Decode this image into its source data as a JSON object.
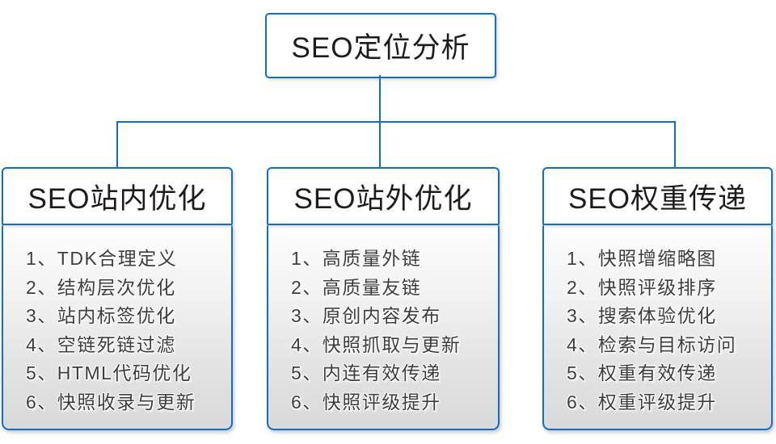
{
  "root": {
    "title": "SEO定位分析"
  },
  "branches": [
    {
      "title": "SEO站内优化",
      "items": [
        "1、TDK合理定义",
        "2、结构层次优化",
        "3、站内标签优化",
        "4、空链死链过滤",
        "5、HTML代码优化",
        "6、快照收录与更新"
      ]
    },
    {
      "title": "SEO站外优化",
      "items": [
        "1、高质量外链",
        "2、高质量友链",
        "3、原创内容发布",
        "4、快照抓取与更新",
        "5、内连有效传递",
        "6、快照评级提升"
      ]
    },
    {
      "title": "SEO权重传递",
      "items": [
        "1、快照增缩略图",
        "2、快照评级排序",
        "3、搜索体验优化",
        "4、检索与目标访问",
        "5、权重有效传递",
        "6、权重评级提升"
      ]
    }
  ],
  "colors": {
    "accent_blue": "#0f6fc5",
    "header_bg": "#ffffff",
    "list_bg_top": "#fdfdfd",
    "list_bg_bottom": "#d9d9d9",
    "title_text": "#1c1c1c",
    "list_text": "#3d3d3d"
  }
}
